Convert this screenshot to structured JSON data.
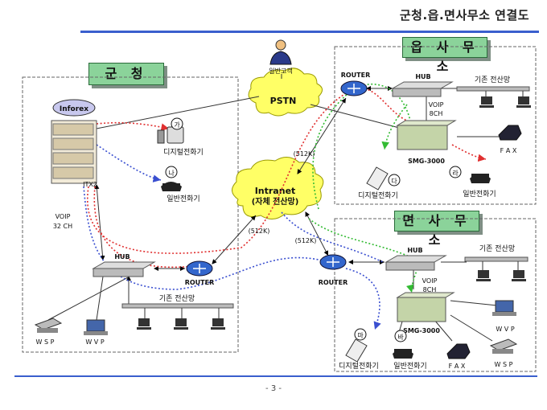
{
  "title": "군청.읍.면사무소 연결도",
  "page_number": "- 3 -",
  "offices": {
    "gun": "군 청",
    "eup": "읍 사 무 소",
    "myeon": "면 사 무 소"
  },
  "labels": {
    "general_customer": "일반고객",
    "pstn": "PSTN",
    "inforex": "Inforex",
    "itx": "ITX2",
    "intranet_1": "Intranet",
    "intranet_2": "(자체 전산망)",
    "voip_gun_1": "VOIP",
    "voip_gun_2": "32 CH",
    "hub": "HUB",
    "router": "ROUTER",
    "legacy_net": "기존 전산망",
    "digital_phone": "디지털전화기",
    "general_phone": "일반전화기",
    "wsp": "W S P",
    "wvp": "W V P",
    "fax": "F A X",
    "smg": "SMG-3000",
    "voip_8_1": "VOIP",
    "voip_8_2": "8CH",
    "bw_512k": "(512K)",
    "mark_ga": "가",
    "mark_na": "나",
    "mark_da": "다",
    "mark_ra": "라",
    "mark_ma": "마",
    "mark_ba": "바"
  },
  "colors": {
    "accent_line": "#3a5fcd",
    "office_tab": "#8bd39a",
    "cloud": "#ffff66",
    "red_path": "#e03030",
    "blue_path": "#3a4fd0",
    "green_path": "#33bb33"
  }
}
